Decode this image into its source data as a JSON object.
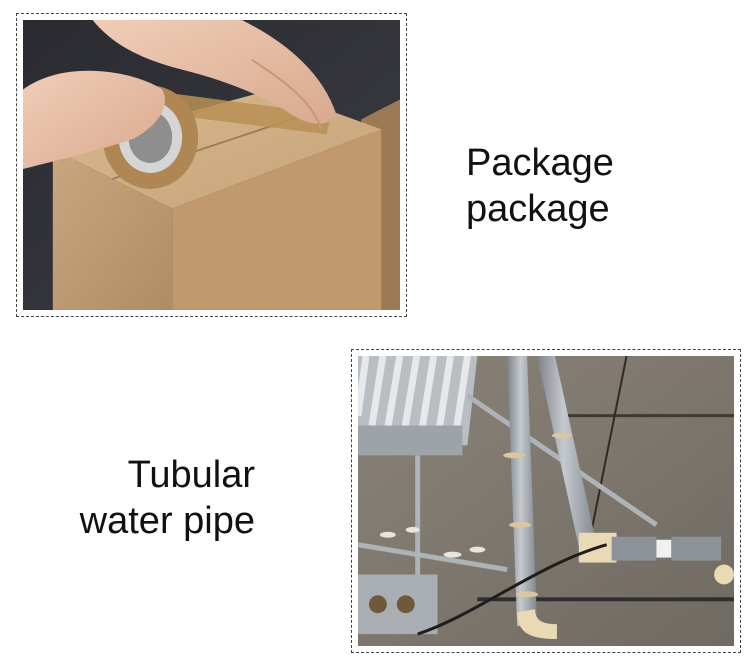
{
  "items": [
    {
      "image": "packing-tape-box-photo",
      "caption_lines": [
        "Package",
        "package"
      ]
    },
    {
      "image": "solar-water-heater-pipes-photo",
      "caption_lines": [
        "Tubular",
        "water pipe"
      ]
    }
  ]
}
